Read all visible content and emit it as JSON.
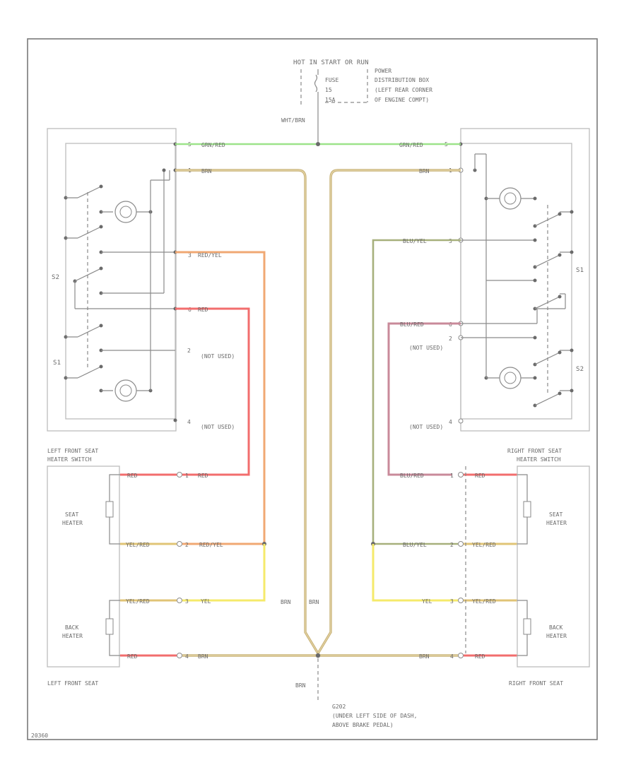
{
  "top_source": {
    "title": "HOT IN START OR RUN",
    "fuse_label": "FUSE",
    "fuse_number": "15",
    "fuse_amps": "15A",
    "location": [
      "POWER",
      "DISTRIBUTION BOX",
      "(LEFT REAR CORNER",
      "OF ENGINE COMPT)"
    ],
    "feed_wire": "WHT/BRN"
  },
  "wires": {
    "grn_red_left": "GRN/RED",
    "grn_red_right": "GRN/RED",
    "brn": "BRN",
    "red_yel": "RED/YEL",
    "red": "RED",
    "blu_yel": "BLU/YEL",
    "blu_red": "BLU/RED",
    "yel_red": "YEL/RED",
    "yel": "YEL"
  },
  "pins": {
    "p1": "1",
    "p2": "2",
    "p3": "3",
    "p4": "4",
    "p5": "5",
    "p6": "6"
  },
  "not_used": "(NOT USED)",
  "left_switch": {
    "label": [
      "LEFT FRONT SEAT",
      "HEATER SWITCH"
    ],
    "s1": "S1",
    "s2": "S2"
  },
  "right_switch": {
    "label": [
      "RIGHT FRONT SEAT",
      "HEATER SWITCH"
    ],
    "s1": "S1",
    "s2": "S2"
  },
  "heaters": {
    "seat": [
      "SEAT",
      "HEATER"
    ],
    "back": [
      "BACK",
      "HEATER"
    ]
  },
  "left_seat_label": "LEFT FRONT SEAT",
  "right_seat_label": "RIGHT FRONT SEAT",
  "ground": {
    "id": "G202",
    "location": [
      "(UNDER LEFT SIDE OF DASH,",
      "ABOVE BRAKE PEDAL)"
    ],
    "wire": "BRN"
  },
  "figure_id": "20360"
}
